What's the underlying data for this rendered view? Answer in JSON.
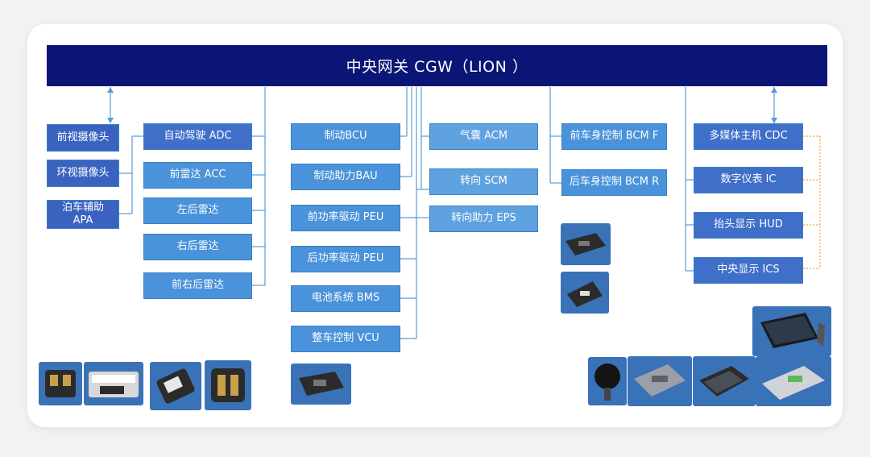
{
  "gateway": {
    "title": "中央网关 CGW（LION ）"
  },
  "modules": {
    "front_camera": "前视摄像头",
    "surround_camera": "环视摄像头",
    "apa": "泊车辅助\nAPA",
    "adc": "自动驾驶 ADC",
    "front_radar": "前雷达 ACC",
    "rear_left_radar": "左后雷达",
    "rear_right_radar": "右后雷达",
    "front_right_radar": "前右后雷达",
    "bcu": "制动BCU",
    "bau": "制动助力BAU",
    "front_peu": "前功率驱动 PEU",
    "rear_peu": "后功率驱动 PEU",
    "bms": "电池系统 BMS",
    "vcu": "整车控制 VCU",
    "acm": "气囊 ACM",
    "scm": "转向 SCM",
    "eps": "转向助力 EPS",
    "bcm_f": "前车身控制 BCM F",
    "bcm_r": "后车身控制 BCM R",
    "cdc": "多媒体主机 CDC",
    "ic": "数字仪表 IC",
    "hud": "抬头显示 HUD",
    "ics": "中央显示 ICS"
  },
  "colors": {
    "gateway": "#0a1575",
    "module": "#4a92d9",
    "line": "#5b9bd5",
    "dotted": "#f0a830"
  }
}
